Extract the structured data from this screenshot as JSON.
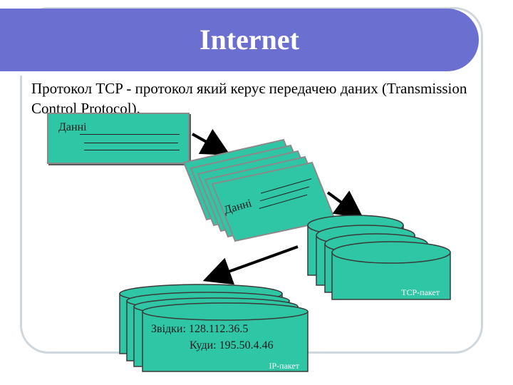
{
  "slide": {
    "title": "Internet",
    "intro": "Протокол TCP - протокол який керує передачею даних (Transmission Control Protocol).",
    "data_label": "Данні",
    "tilted_label": "Данні",
    "tcp_label": "TCP-пакет",
    "ip_from": "Звідки: 128.112.36.5",
    "ip_to": "Куди: 195.50.4.46",
    "ip_label": "IP-пакет"
  },
  "colors": {
    "title_bg": "#6a6fd0",
    "packet_fill": "#2fc6a6",
    "frame": "#cfd6dc"
  }
}
